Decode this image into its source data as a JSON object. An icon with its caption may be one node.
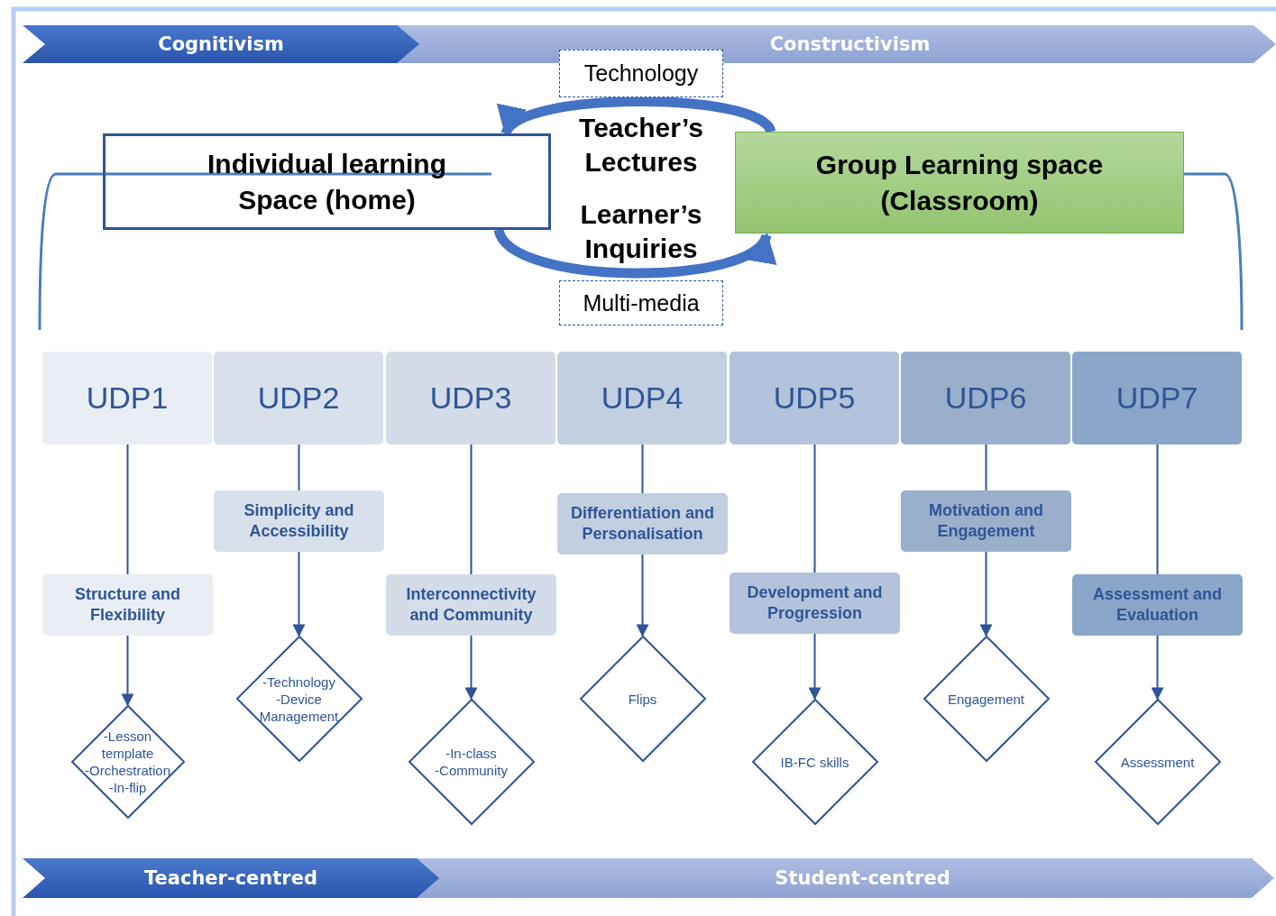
{
  "diagram": {
    "nodes": [
      {
        "text": [
          "Cognitivism"
        ]
      },
      {
        "text": [
          "Constructivism"
        ]
      },
      {
        "text": [
          "Technology"
        ]
      },
      {
        "text": [
          "Individual learning Space (home)"
        ]
      },
      {
        "text": [
          "Teacher’s Lectures"
        ]
      },
      {
        "text": [
          "Group Learning space (Classroom)"
        ]
      },
      {
        "text": [
          "Learner’s Inquiries"
        ]
      },
      {
        "text": [
          "Multi-media"
        ]
      },
      {
        "text": [
          "UDP1"
        ]
      },
      {
        "text": [
          "UDP2"
        ]
      },
      {
        "text": [
          "UDP3"
        ]
      },
      {
        "text": [
          "UDP4"
        ]
      },
      {
        "text": [
          "UDP5"
        ]
      },
      {
        "text": [
          "UDP6"
        ]
      },
      {
        "text": [
          "UDP7"
        ]
      },
      {
        "text": [
          "Structure and Flexibility"
        ]
      },
      {
        "text": [
          "Simplicity and Accessibility"
        ]
      },
      {
        "text": [
          "Interconnectivity and Community"
        ]
      },
      {
        "text": [
          "Differentiation and Personalisation"
        ]
      },
      {
        "text": [
          "Development and Progression"
        ]
      },
      {
        "text": [
          "Motivation and Engagement"
        ]
      },
      {
        "text": [
          "Assessment and Evaluation"
        ]
      },
      {
        "text": [
          "-Lesson template -Orchestration -In-flip"
        ]
      },
      {
        "text": [
          "-Technology -Device Management"
        ]
      },
      {
        "text": [
          "-In-class -Community"
        ]
      },
      {
        "text": [
          "Flips"
        ]
      },
      {
        "text": [
          "IB-FC skills"
        ]
      },
      {
        "text": [
          "Engagement"
        ]
      },
      {
        "text": [
          "Assessment"
        ]
      },
      {
        "text": [
          "Teacher-centred"
        ]
      },
      {
        "text": [
          "Student-centred"
        ]
      }
    ],
    "edges": [
      {
        "from": 5,
        "to": 3,
        "arrow": "to",
        "style": "thick",
        "color": "#4472c4"
      },
      {
        "from": 3,
        "to": 5,
        "arrow": "to",
        "style": "thick",
        "color": "#4472c4"
      },
      {
        "from": 8,
        "to": 15,
        "arrow": "none"
      },
      {
        "from": 9,
        "to": 16,
        "arrow": "none"
      },
      {
        "from": 10,
        "to": 17,
        "arrow": "none"
      },
      {
        "from": 11,
        "to": 18,
        "arrow": "none"
      },
      {
        "from": 12,
        "to": 19,
        "arrow": "none"
      },
      {
        "from": 13,
        "to": 20,
        "arrow": "none"
      },
      {
        "from": 14,
        "to": 21,
        "arrow": "none"
      },
      {
        "from": 15,
        "to": 22,
        "arrow": "to"
      },
      {
        "from": 16,
        "to": 23,
        "arrow": "to"
      },
      {
        "from": 17,
        "to": 24,
        "arrow": "to"
      },
      {
        "from": 18,
        "to": 25,
        "arrow": "to"
      },
      {
        "from": 19,
        "to": 26,
        "arrow": "to"
      },
      {
        "from": 20,
        "to": 27,
        "arrow": "to"
      },
      {
        "from": 21,
        "to": 28,
        "arrow": "to"
      }
    ]
  }
}
